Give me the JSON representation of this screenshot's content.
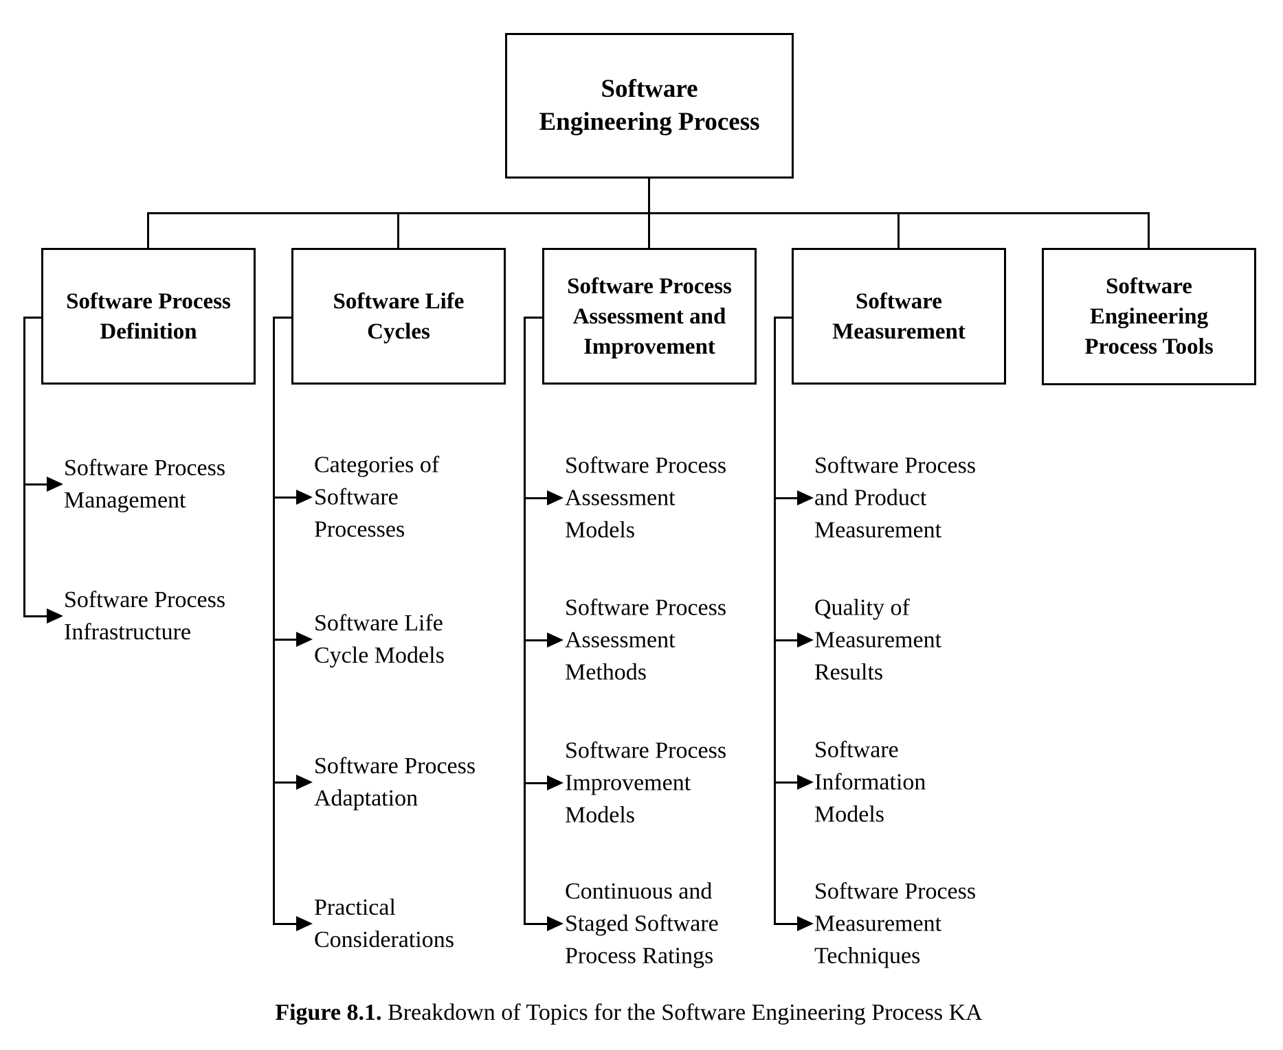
{
  "root": {
    "title": "Software\nEngineering Process"
  },
  "columns": [
    {
      "title": "Software Process\nDefinition",
      "items": [
        "Software Process\nManagement",
        "Software Process\nInfrastructure"
      ]
    },
    {
      "title": "Software Life\nCycles",
      "items": [
        "Categories of\nSoftware\nProcesses",
        "Software Life\nCycle Models",
        "Software Process\nAdaptation",
        "Practical\nConsiderations"
      ]
    },
    {
      "title": "Software Process\nAssessment and\nImprovement",
      "items": [
        "Software Process\nAssessment\nModels",
        "Software Process\nAssessment\nMethods",
        "Software Process\nImprovement\nModels",
        "Continuous and\nStaged Software\nProcess Ratings"
      ]
    },
    {
      "title": "Software\nMeasurement",
      "items": [
        "Software Process\nand Product\nMeasurement",
        "Quality of\nMeasurement\nResults",
        "Software\nInformation\nModels",
        "Software Process\nMeasurement\nTechniques"
      ]
    },
    {
      "title": "Software\nEngineering\nProcess Tools",
      "items": []
    }
  ],
  "caption": {
    "label": "Figure 8.1.",
    "text": " Breakdown of Topics for the Software Engineering Process KA"
  }
}
